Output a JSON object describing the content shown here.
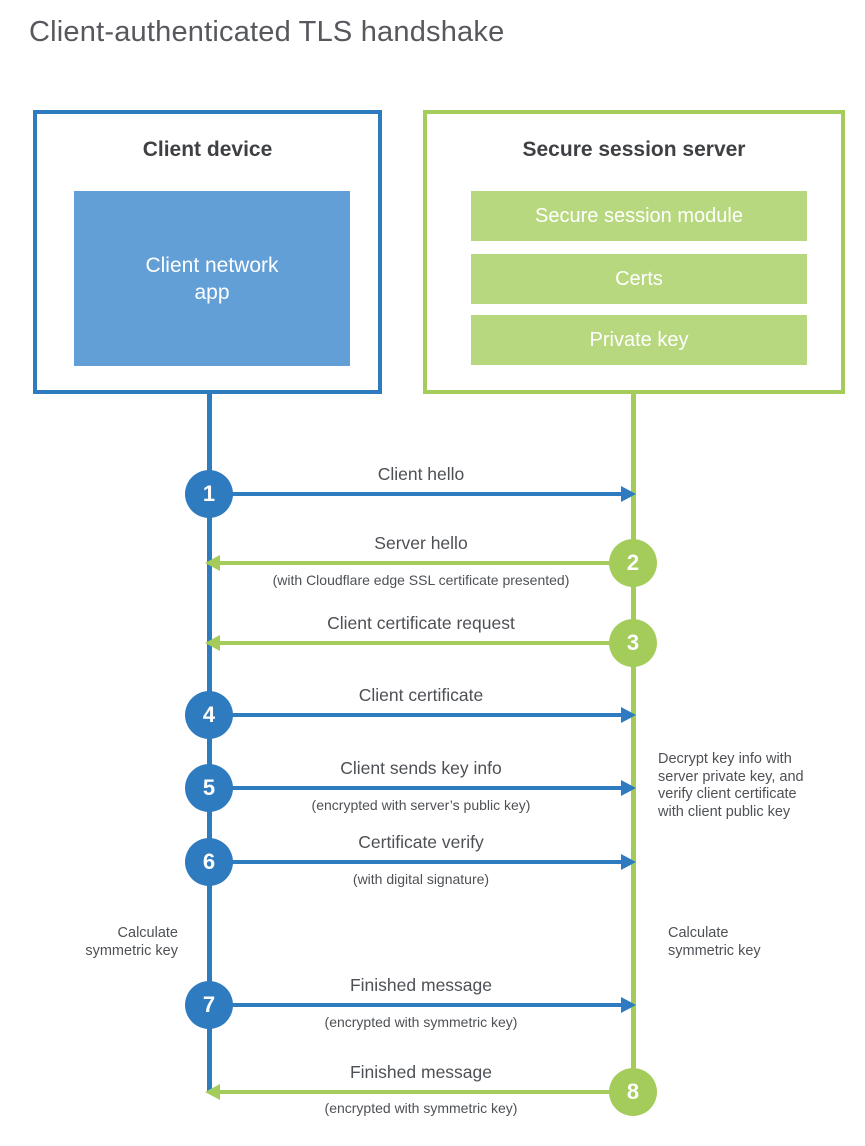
{
  "title": "Client-authenticated TLS handshake",
  "client_box": {
    "title": "Client device",
    "app_label": "Client network\napp"
  },
  "server_box": {
    "title": "Secure session server",
    "modules": [
      "Secure session module",
      "Certs",
      "Private key"
    ]
  },
  "steps": [
    {
      "number": "1",
      "label": "Client hello",
      "direction": "client-to-server"
    },
    {
      "number": "2",
      "label": "Server hello",
      "sublabel": "(with Cloudflare edge SSL certificate presented)",
      "direction": "server-to-client"
    },
    {
      "number": "3",
      "label": "Client certificate request",
      "direction": "server-to-client"
    },
    {
      "number": "4",
      "label": "Client certificate",
      "direction": "client-to-server"
    },
    {
      "number": "5",
      "label": "Client sends key info",
      "sublabel": "(encrypted with server’s public key)",
      "direction": "client-to-server"
    },
    {
      "number": "6",
      "label": "Certificate verify",
      "sublabel": "(with digital signature)",
      "direction": "client-to-server"
    },
    {
      "number": "7",
      "label": "Finished message",
      "sublabel": "(encrypted with symmetric key)",
      "direction": "client-to-server"
    },
    {
      "number": "8",
      "label": "Finished message",
      "sublabel": "(encrypted with symmetric key)",
      "direction": "server-to-client"
    }
  ],
  "annotations": {
    "server_note": "Decrypt key info with\nserver private key, and\nverify client certificate\nwith client public key",
    "client_calculate": "Calculate\nsymmetric key",
    "server_calculate": "Calculate\nsymmetric key"
  },
  "colors": {
    "blue": "#2e7bbf",
    "blue_fill": "#639fd7",
    "green": "#a3cc5a",
    "green_fill": "#b7d87e"
  }
}
